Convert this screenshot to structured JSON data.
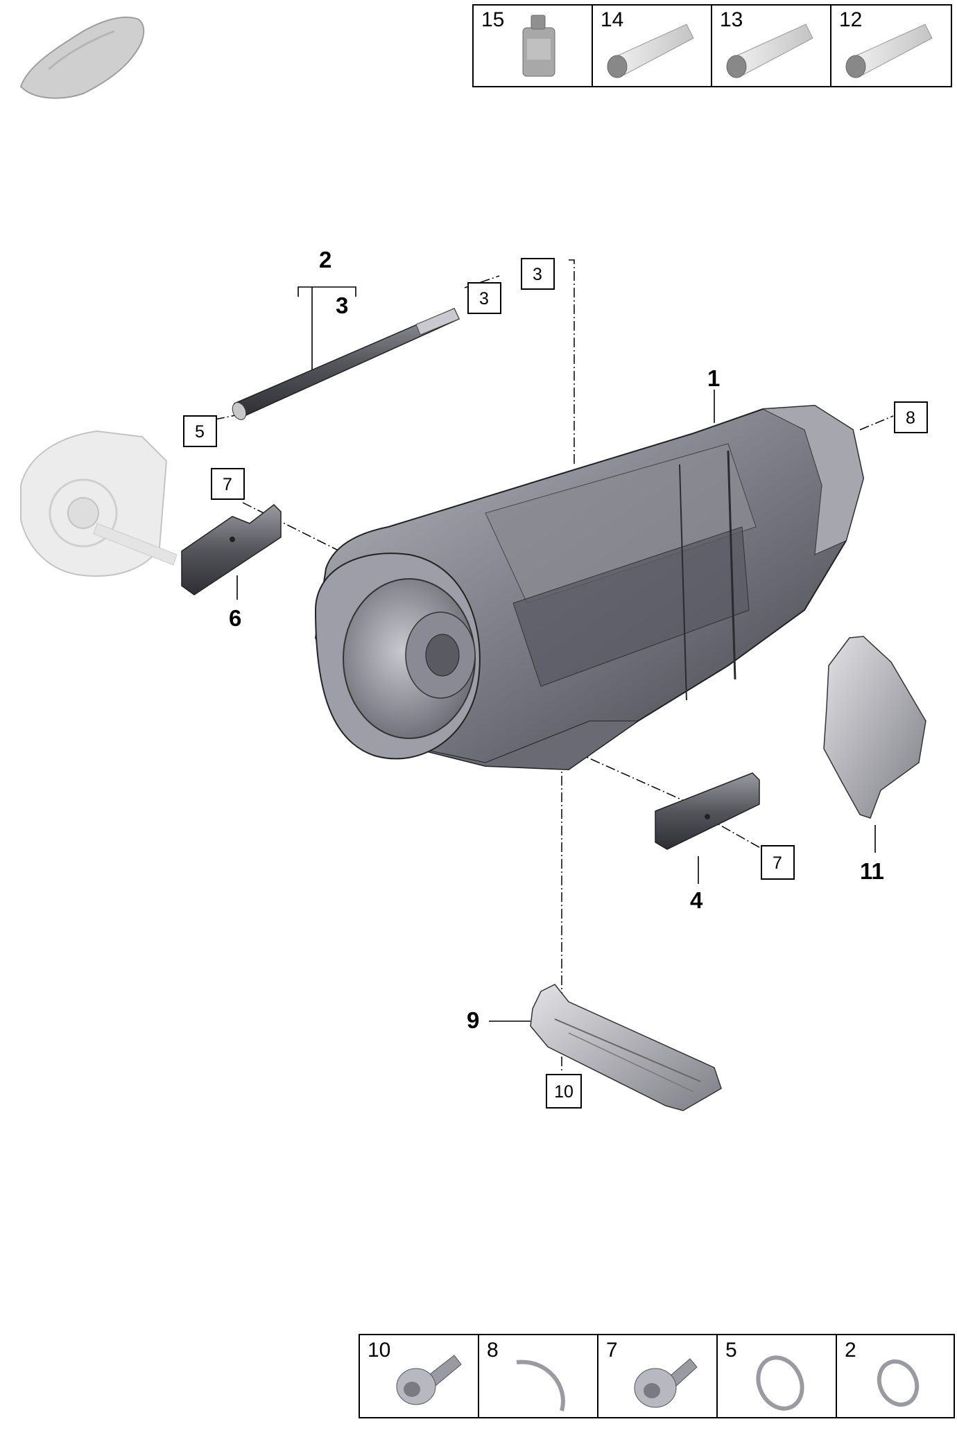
{
  "top_legend": {
    "cells": [
      {
        "label": "15",
        "icon": "oil-bottle-icon"
      },
      {
        "label": "14",
        "icon": "grease-tube-icon"
      },
      {
        "label": "13",
        "icon": "grease-tube-icon"
      },
      {
        "label": "12",
        "icon": "grease-tube-icon"
      }
    ]
  },
  "bottom_legend": {
    "cells": [
      {
        "label": "10",
        "icon": "bolt-icon"
      },
      {
        "label": "8",
        "icon": "circlip-icon"
      },
      {
        "label": "7",
        "icon": "bolt-icon"
      },
      {
        "label": "5",
        "icon": "o-ring-icon"
      },
      {
        "label": "2",
        "icon": "o-ring-icon"
      }
    ]
  },
  "callouts": {
    "part_1": "1",
    "part_2": "2",
    "part_3": "3",
    "part_4": "4",
    "part_6": "6",
    "part_9": "9",
    "part_11": "11",
    "box_3a": "3",
    "box_3b": "3",
    "box_5": "5",
    "box_7a": "7",
    "box_7b": "7",
    "box_8": "8",
    "box_10": "10"
  },
  "colors": {
    "line": "#000000",
    "part_dark": "#4a4a52",
    "part_mid": "#8c8c94",
    "part_light": "#d4d4d8",
    "ghost": "#e6e6e6"
  }
}
